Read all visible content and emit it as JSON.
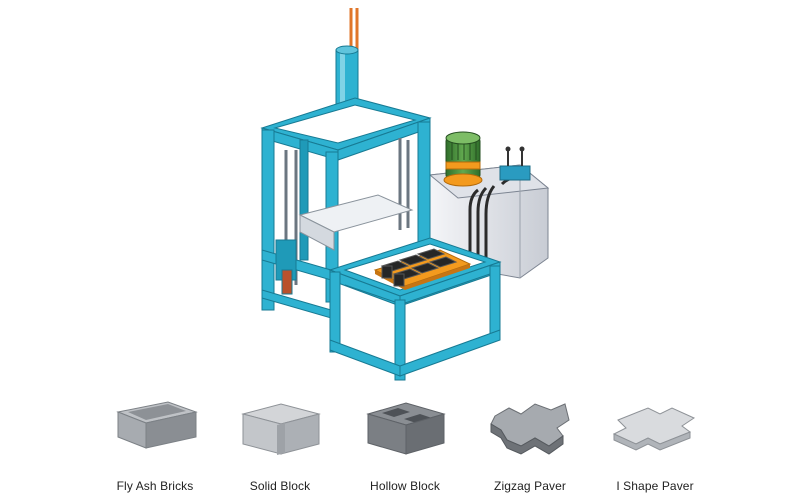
{
  "machine": {
    "frame_color": "#2eb2d1",
    "motor_color": "#4a8a3c",
    "ring_color": "#f39a1e",
    "tank_color": "#e5e8ee",
    "block_color": "#262626"
  },
  "products": [
    {
      "label": "Fly Ash Bricks"
    },
    {
      "label": "Solid Block"
    },
    {
      "label": "Hollow Block"
    },
    {
      "label": "Zigzag Paver"
    },
    {
      "label": "I Shape Paver"
    }
  ]
}
